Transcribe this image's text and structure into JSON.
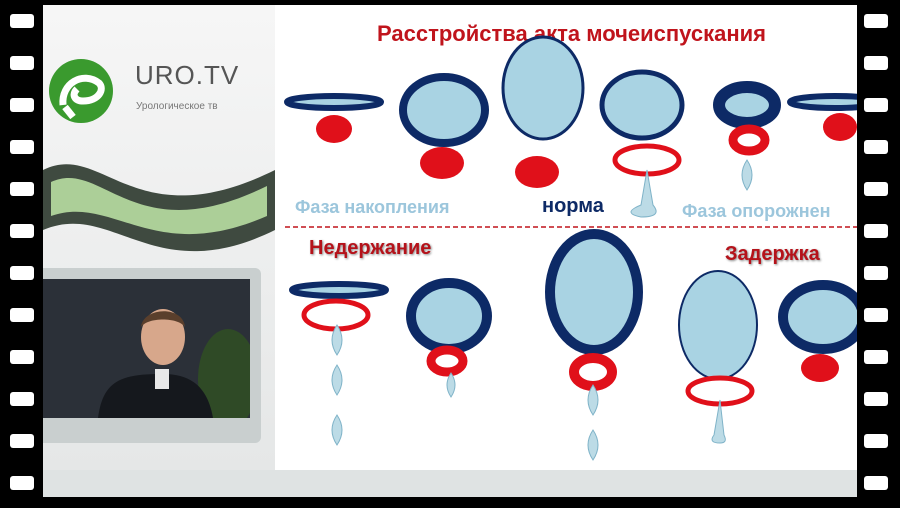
{
  "logo": {
    "brand": "URO.TV",
    "tagline": "Урологическое тв"
  },
  "slide": {
    "title": "Расстройства акта мочеиспускания",
    "phase_storage": "Фаза накопления",
    "norm": "норма",
    "phase_voiding": "Фаза опорожнен",
    "incontinence": "Недержание",
    "retention": "Задержка"
  },
  "colors": {
    "brand_green": "#3a9a2e",
    "title_red": "#c0141c",
    "navy": "#0d2a66",
    "bladder_fill": "#a9d3e3",
    "sphincter_red": "#e0101a",
    "phase_text": "#9cc6dc"
  }
}
